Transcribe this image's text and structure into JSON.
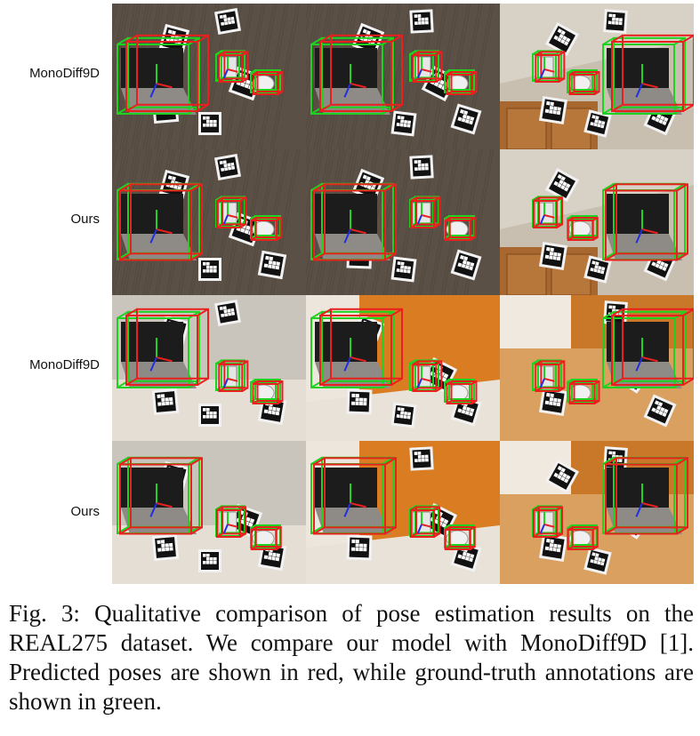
{
  "rows": [
    {
      "label": "MonoDiff9D"
    },
    {
      "label": "Ours"
    },
    {
      "label": "MonoDiff9D"
    },
    {
      "label": "Ours"
    }
  ],
  "caption": "Fig. 3: Qualitative comparison of pose estimation results on the REAL275 dataset. We compare our model with MonoDiff9D [1]. Predicted poses are shown in red, while ground-truth annotations are shown in green.",
  "colors": {
    "predicted": "#e8211f",
    "ground_truth": "#1fd21f",
    "axis_blue": "#2030e0"
  }
}
